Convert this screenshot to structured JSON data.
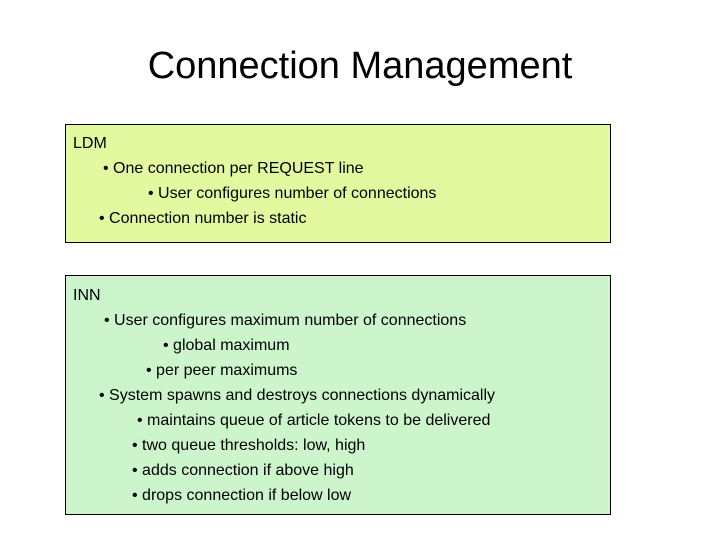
{
  "slide": {
    "title": "Connection Management",
    "boxes": [
      {
        "name": "ldm",
        "background": "#e3f9a0",
        "border": "#000000",
        "lines": [
          {
            "text": "LDM",
            "level": 0
          },
          {
            "text": "• One connection per REQUEST line",
            "level": 1
          },
          {
            "text": "• User configures number of connections",
            "level": 2
          },
          {
            "text": "• Connection number is static",
            "level": 1
          }
        ]
      },
      {
        "name": "inn",
        "background": "#ccf5cc",
        "border": "#000000",
        "lines": [
          {
            "text": "INN",
            "level": 0
          },
          {
            "text": "• User configures maximum number of connections",
            "level": 1
          },
          {
            "text": "• global maximum",
            "level": 2
          },
          {
            "text": "• per peer maximums",
            "level": 2
          },
          {
            "text": "• System spawns and destroys connections dynamically",
            "level": 1
          },
          {
            "text": "• maintains queue of article tokens to be delivered",
            "level": 2
          },
          {
            "text": "• two queue thresholds: low, high",
            "level": 2
          },
          {
            "text": "• adds connection if above high",
            "level": 2
          },
          {
            "text": "• drops connection if below low",
            "level": 2
          }
        ]
      }
    ]
  }
}
